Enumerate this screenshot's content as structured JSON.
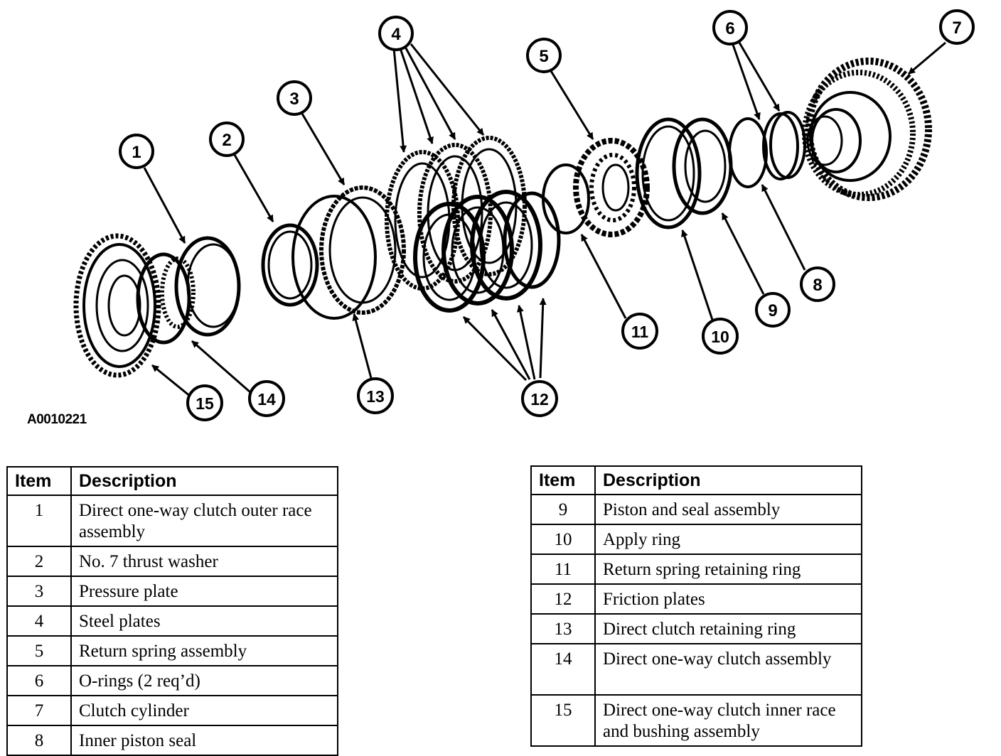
{
  "figure_id": "A0010221",
  "callouts": [
    "1",
    "2",
    "3",
    "4",
    "5",
    "6",
    "7",
    "8",
    "9",
    "10",
    "11",
    "12",
    "13",
    "14",
    "15"
  ],
  "table_headers": {
    "item": "Item",
    "description": "Description"
  },
  "legend_left": [
    {
      "item": "1",
      "description": "Direct one-way clutch outer race assembly"
    },
    {
      "item": "2",
      "description": "No. 7 thrust washer"
    },
    {
      "item": "3",
      "description": "Pressure plate"
    },
    {
      "item": "4",
      "description": "Steel plates"
    },
    {
      "item": "5",
      "description": "Return spring assembly"
    },
    {
      "item": "6",
      "description": "O-rings (2 req’d)"
    },
    {
      "item": "7",
      "description": "Clutch cylinder"
    },
    {
      "item": "8",
      "description": "Inner piston seal"
    }
  ],
  "legend_right": [
    {
      "item": "9",
      "description": "Piston and seal assembly"
    },
    {
      "item": "10",
      "description": "Apply ring"
    },
    {
      "item": "11",
      "description": "Return spring retaining ring"
    },
    {
      "item": "12",
      "description": "Friction plates"
    },
    {
      "item": "13",
      "description": "Direct clutch retaining ring"
    },
    {
      "item": "14",
      "description": "Direct one-way clutch assembly"
    },
    {
      "item": "15",
      "description": "Direct one-way clutch inner race and bushing assembly"
    }
  ]
}
